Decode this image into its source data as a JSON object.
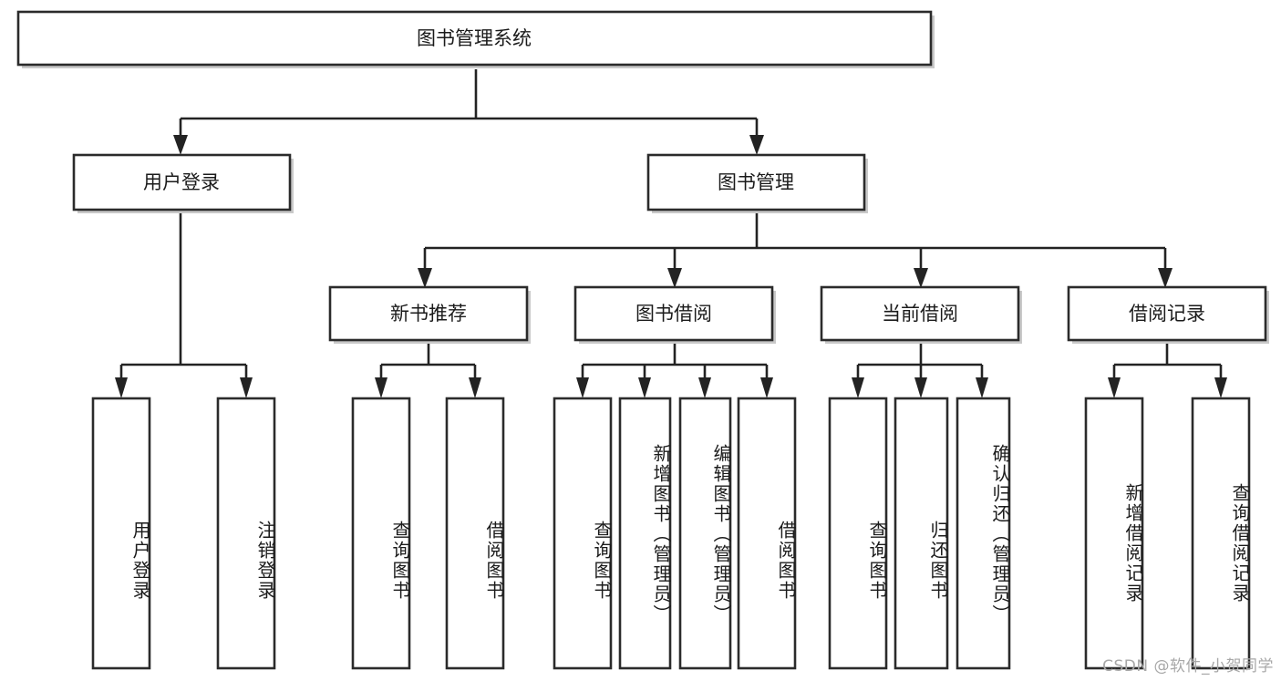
{
  "diagram": {
    "type": "hierarchy-tree",
    "title": "图书管理系统",
    "root": {
      "label": "图书管理系统",
      "level": 0
    },
    "level1": [
      {
        "label": "用户登录"
      },
      {
        "label": "图书管理"
      }
    ],
    "level2": [
      {
        "label": "新书推荐",
        "parent": "图书管理"
      },
      {
        "label": "图书借阅",
        "parent": "图书管理"
      },
      {
        "label": "当前借阅",
        "parent": "图书管理"
      },
      {
        "label": "借阅记录",
        "parent": "图书管理"
      }
    ],
    "leaves": {
      "user_login": [
        {
          "label": "用户登录"
        },
        {
          "label": "注销登录"
        }
      ],
      "new_book": [
        {
          "label": "查询图书"
        },
        {
          "label": "借阅图书"
        }
      ],
      "book_borrow": [
        {
          "label": "查询图书"
        },
        {
          "label": "新增图书（管理员）"
        },
        {
          "label": "编辑图书（管理员）"
        },
        {
          "label": "借阅图书"
        }
      ],
      "current_borrow": [
        {
          "label": "查询图书"
        },
        {
          "label": "归还图书"
        },
        {
          "label": "确认归还（管理员）"
        }
      ],
      "borrow_record": [
        {
          "label": "新增借阅记录"
        },
        {
          "label": "查询借阅记录"
        }
      ]
    }
  },
  "watermark": {
    "text": "CSDN @软件_小贺同学"
  },
  "colors": {
    "box_stroke": "#2b2b2b",
    "connector": "#232323",
    "background": "#ffffff",
    "watermark": "#a8a8a8"
  }
}
